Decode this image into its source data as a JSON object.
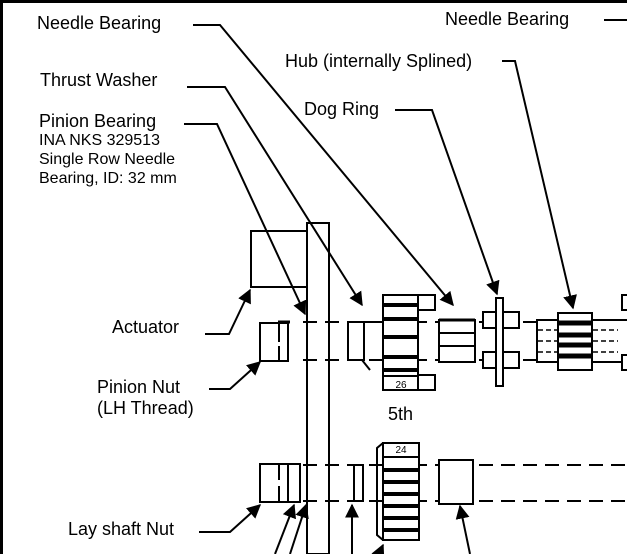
{
  "diagram": {
    "type": "gearbox-layout-schematic",
    "labels": {
      "needle_bearing_left": "Needle Bearing",
      "needle_bearing_right": "Needle Bearing",
      "hub": "Hub (internally Splined)",
      "thrust_washer": "Thrust Washer",
      "dog_ring": "Dog Ring",
      "pinion_bearing_title": "Pinion Bearing",
      "pinion_bearing_line1": "INA NKS 329513",
      "pinion_bearing_line2": "Single Row Needle",
      "pinion_bearing_line3": "Bearing, ID: 32 mm",
      "actuator": "Actuator",
      "pinion_nut": "Pinion Nut",
      "pinion_nut_sub": "(LH Thread)",
      "gear_label": "5th",
      "lay_shaft_nut": "Lay shaft Nut"
    },
    "gear_teeth": {
      "upper_gear": "26",
      "lower_gear": "24"
    }
  }
}
